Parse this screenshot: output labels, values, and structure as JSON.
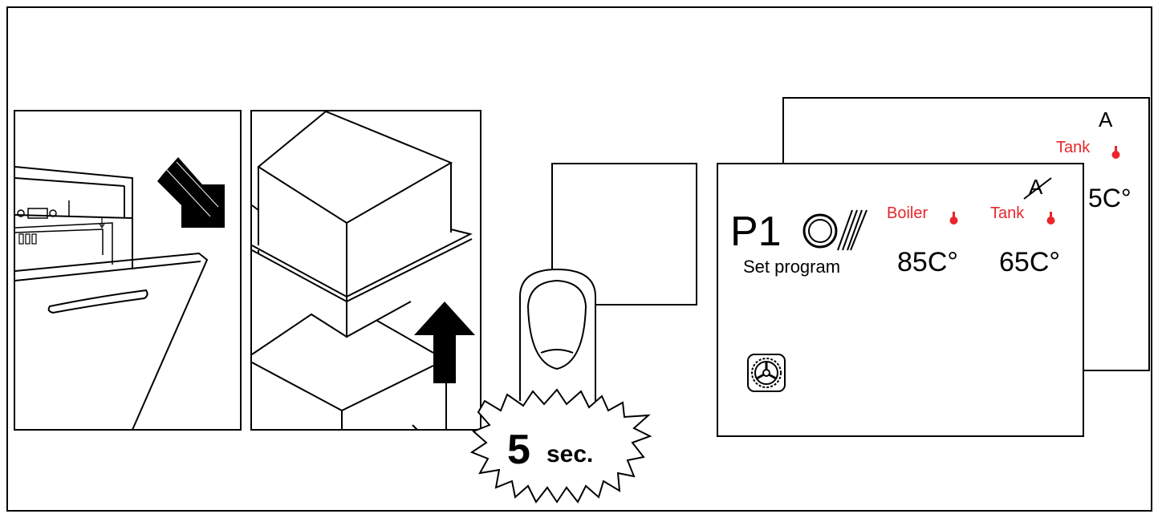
{
  "step_label": {
    "number": "5",
    "unit": "sec."
  },
  "display_back": {
    "mode_letter": "A",
    "tank_label": "Tank",
    "tank_temp_partial": "5C°"
  },
  "display_front": {
    "program": "P1",
    "program_caption": "Set program",
    "crossed_mode_letter": "A",
    "boiler_label": "Boiler",
    "boiler_temp": "85C°",
    "tank_label": "Tank",
    "tank_temp": "65C°"
  },
  "icons": [
    "door-open-icon",
    "arrow-down-right-icon",
    "rack-lift-icon",
    "arrow-up-icon",
    "finger-press-icon",
    "program-dish-icon",
    "thermometer-icon",
    "settings-wheel-icon"
  ],
  "colors": {
    "line": "#000000",
    "accent_red": "#e8262b",
    "background": "#ffffff"
  }
}
